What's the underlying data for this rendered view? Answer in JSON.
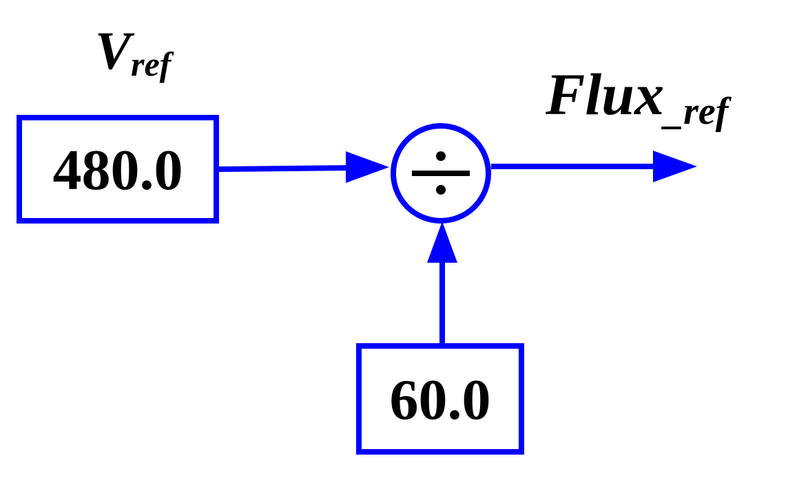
{
  "colors": {
    "stroke": "#0000ff",
    "text": "#000000",
    "background": "#ffffff"
  },
  "input_a": {
    "symbol": "V",
    "subscript": "ref",
    "value": "480.0"
  },
  "input_b": {
    "value": "60.0"
  },
  "operator": {
    "symbol": "÷",
    "icon": "divide-icon"
  },
  "output": {
    "label": "Flux",
    "subscript": "_ref"
  }
}
